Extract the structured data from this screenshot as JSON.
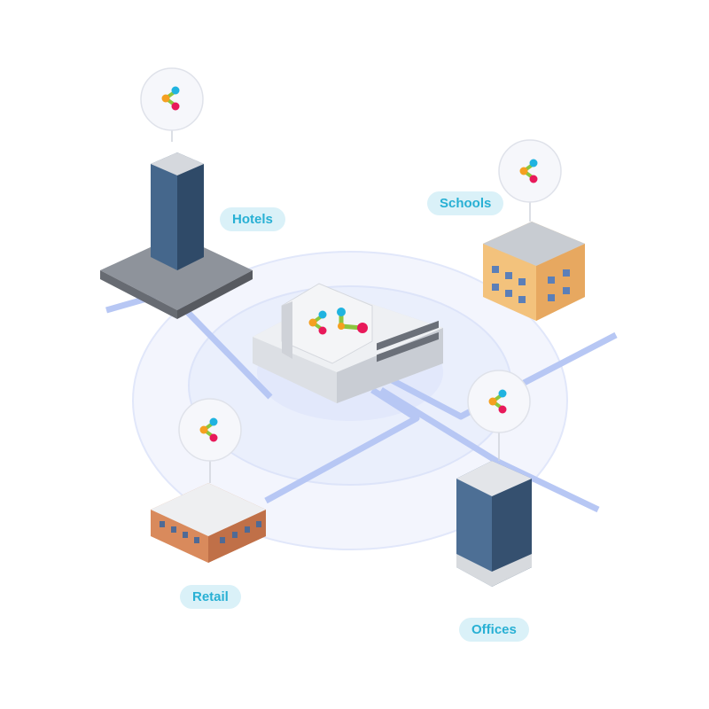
{
  "labels": {
    "hotels": "Hotels",
    "schools": "Schools",
    "retail": "Retail",
    "offices": "Offices"
  },
  "icons": {
    "node": "network-logo-icon"
  },
  "colors": {
    "label_bg": "#daf1f8",
    "label_text": "#28b0d4",
    "link": "#b7c7f4",
    "ring": "#e6ebfb",
    "logo_cyan": "#1fb3e0",
    "logo_orange": "#f5a020",
    "logo_green": "#8cc63f",
    "logo_pink": "#e8195a"
  }
}
